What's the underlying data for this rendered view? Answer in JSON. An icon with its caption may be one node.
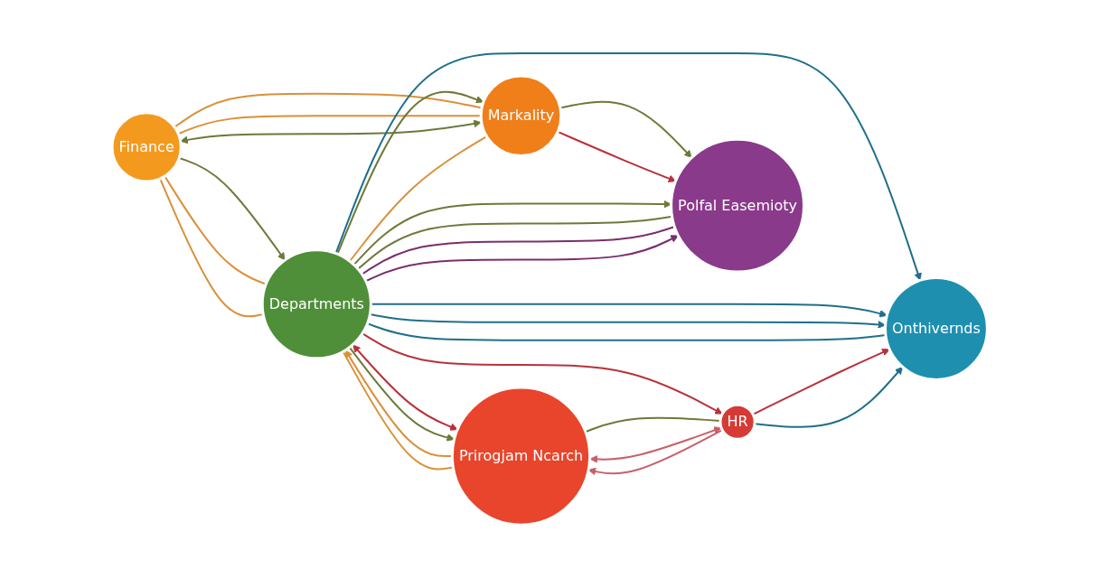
{
  "diagram": {
    "nodes": [
      {
        "text": [
          "Finance"
        ]
      },
      {
        "text": [
          "Prirogjam Ncarch"
        ]
      },
      {
        "text": [
          "Markality"
        ]
      },
      {
        "text": [
          "Departments"
        ]
      },
      {
        "text": [
          "HR"
        ]
      },
      {
        "text": [
          "Polfal Easemioty"
        ]
      },
      {
        "text": [
          "Onthivernds"
        ]
      }
    ],
    "edges": [
      {
        "from": 0,
        "to": 3,
        "arrow": "to",
        "color": "#6b7a3a"
      },
      {
        "from": 0,
        "to": 3,
        "arrow": "none",
        "color": "#d9913a"
      },
      {
        "from": 0,
        "to": 3,
        "arrow": "none",
        "color": "#d9913a"
      },
      {
        "from": 3,
        "to": 1,
        "arrow": "both",
        "color": "#b8323a"
      },
      {
        "from": 2,
        "to": 0,
        "arrow": "none",
        "color": "#d9913a"
      },
      {
        "from": 2,
        "to": 0,
        "arrow": "none",
        "color": "#d9913a"
      },
      {
        "from": 2,
        "to": 0,
        "arrow": "both",
        "color": "#6b7a3a"
      },
      {
        "from": 2,
        "to": 3,
        "arrow": "none",
        "color": "#d9913a"
      },
      {
        "from": 3,
        "to": 2,
        "arrow": "to",
        "color": "#6b7a3a"
      },
      {
        "from": 2,
        "to": 5,
        "arrow": "to",
        "color": "#6b7a3a"
      },
      {
        "from": 2,
        "to": 5,
        "arrow": "to",
        "color": "#b8323a"
      },
      {
        "from": 3,
        "to": 5,
        "arrow": "to",
        "color": "#6b7a3a"
      },
      {
        "from": 3,
        "to": 5,
        "arrow": "none",
        "color": "#6b7a3a"
      },
      {
        "from": 3,
        "to": 5,
        "arrow": "none",
        "color": "#7a2f6e"
      },
      {
        "from": 3,
        "to": 5,
        "arrow": "to",
        "color": "#7a2f6e"
      },
      {
        "from": 3,
        "to": 6,
        "arrow": "to",
        "color": "#1f6f8b"
      },
      {
        "from": 3,
        "to": 6,
        "arrow": "to",
        "color": "#1f6f8b"
      },
      {
        "from": 3,
        "to": 6,
        "arrow": "to",
        "color": "#1f6f8b"
      },
      {
        "from": 3,
        "to": 6,
        "arrow": "none",
        "color": "#1f6f8b"
      },
      {
        "from": 3,
        "to": 1,
        "arrow": "to",
        "color": "#6b7a3a"
      },
      {
        "from": 1,
        "to": 3,
        "arrow": "to",
        "color": "#d9913a"
      },
      {
        "from": 1,
        "to": 3,
        "arrow": "none",
        "color": "#d9913a"
      },
      {
        "from": 3,
        "to": 4,
        "arrow": "to",
        "color": "#b8323a"
      },
      {
        "from": 1,
        "to": 4,
        "arrow": "none",
        "color": "#6b7a3a"
      },
      {
        "from": 4,
        "to": 1,
        "arrow": "to",
        "color": "#c8606a"
      },
      {
        "from": 1,
        "to": 4,
        "arrow": "both",
        "color": "#c8606a"
      },
      {
        "from": 4,
        "to": 6,
        "arrow": "to",
        "color": "#b8323a"
      },
      {
        "from": 4,
        "to": 6,
        "arrow": "to",
        "color": "#1f6f8b"
      }
    ]
  }
}
